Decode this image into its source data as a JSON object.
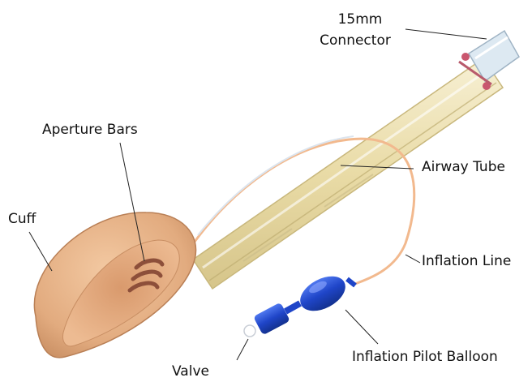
{
  "labels": {
    "connector_line1": "15mm",
    "connector_line2": "Connector",
    "aperture_bars": "Aperture Bars",
    "airway_tube": "Airway Tube",
    "cuff": "Cuff",
    "inflation_line": "Inflation Line",
    "valve": "Valve",
    "pilot_balloon": "Inflation Pilot Balloon"
  },
  "colors": {
    "cuff": "#e6b48a",
    "tube": "#efe3b4",
    "inflation_line": "#f2b98e",
    "valve": "#1f45c8",
    "connector": "#cfe0ee"
  }
}
